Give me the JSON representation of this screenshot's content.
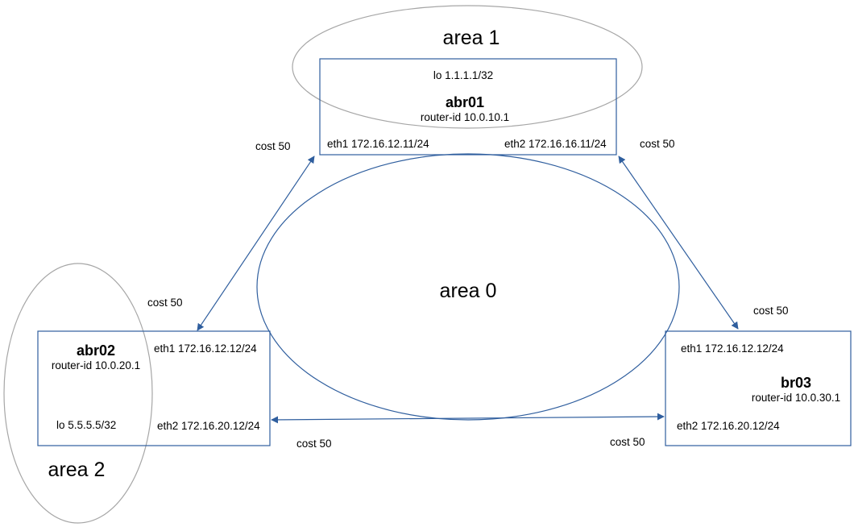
{
  "colors": {
    "link": "#2f5e9e",
    "box_border": "#2f5e9e",
    "area_gray": "#a6a6a6",
    "area0": "#2f5e9e",
    "text": "#000000"
  },
  "areas": {
    "area0": "area 0",
    "area1": "area 1",
    "area2": "area 2"
  },
  "routers": {
    "abr01": {
      "name": "abr01",
      "router_id": "router-id 10.0.10.1",
      "lo": "lo 1.1.1.1/32",
      "eth1": "eth1 172.16.12.11/24",
      "eth2": "eth2 172.16.16.11/24"
    },
    "abr02": {
      "name": "abr02",
      "router_id": "router-id 10.0.20.1",
      "lo": "lo 5.5.5.5/32",
      "eth1": "eth1 172.16.12.12/24",
      "eth2": "eth2 172.16.20.12/24"
    },
    "br03": {
      "name": "br03",
      "router_id": "router-id 10.0.30.1",
      "eth1": "eth1 172.16.12.12/24",
      "eth2": "eth2 172.16.20.12/24"
    }
  },
  "links": {
    "abr01_abr02": {
      "cost_a": "cost 50",
      "cost_b": "cost 50"
    },
    "abr01_br03": {
      "cost_a": "cost 50",
      "cost_b": "cost 50"
    },
    "abr02_br03": {
      "cost_a": "cost 50",
      "cost_b": "cost 50"
    }
  }
}
